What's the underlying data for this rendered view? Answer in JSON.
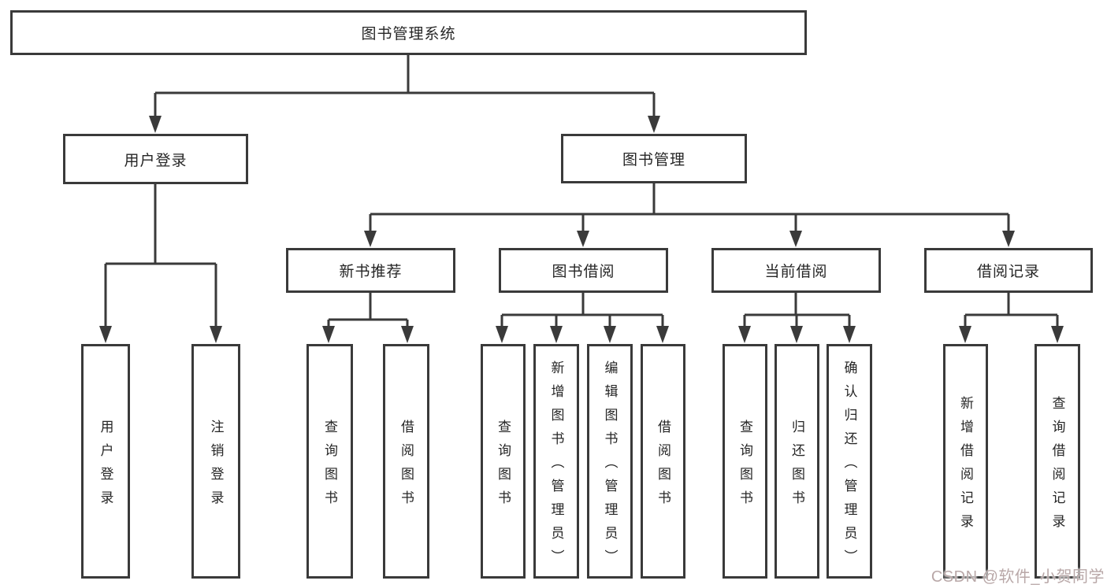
{
  "colors": {
    "line": "#3a3a3a",
    "box_border": "#3a3a3a",
    "background": "#ffffff",
    "watermark": "#b9a8a8"
  },
  "watermark": {
    "text": "CSDN @软件_小贺同学"
  },
  "diagram": {
    "root": {
      "label": "图书管理系统"
    },
    "branches": [
      {
        "label": "用户登录",
        "children": [
          {
            "label": "用户登录"
          },
          {
            "label": "注销登录"
          }
        ]
      },
      {
        "label": "图书管理",
        "groups": [
          {
            "label": "新书推荐",
            "children": [
              {
                "label": "查询图书"
              },
              {
                "label": "借阅图书"
              }
            ]
          },
          {
            "label": "图书借阅",
            "children": [
              {
                "label": "查询图书"
              },
              {
                "label": "新增图书（管理员）"
              },
              {
                "label": "编辑图书（管理员）"
              },
              {
                "label": "借阅图书"
              }
            ]
          },
          {
            "label": "当前借阅",
            "children": [
              {
                "label": "查询图书"
              },
              {
                "label": "归还图书"
              },
              {
                "label": "确认归还（管理员）"
              }
            ]
          },
          {
            "label": "借阅记录",
            "children": [
              {
                "label": "新增借阅记录"
              },
              {
                "label": "查询借阅记录"
              }
            ]
          }
        ]
      }
    ]
  }
}
